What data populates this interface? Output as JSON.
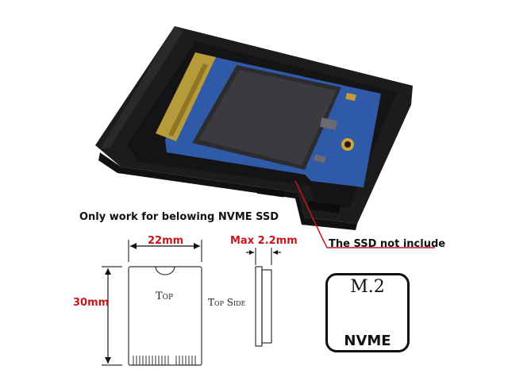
{
  "notes": {
    "compatibility": "Only work for belowing NVME SSD",
    "not_included": "The SSD not include"
  },
  "diagram": {
    "width": "22mm",
    "height": "30mm",
    "max_thickness": "Max 2.2mm",
    "top_label": "Top",
    "top_side_label": "Top Side"
  },
  "badge": {
    "title": "M.2",
    "label": "NVME"
  },
  "colors": {
    "accent": "#c8161d",
    "enclosure": "#1c1c1e",
    "pcb": "#2f5aa8",
    "gold": "#b79a3a"
  }
}
